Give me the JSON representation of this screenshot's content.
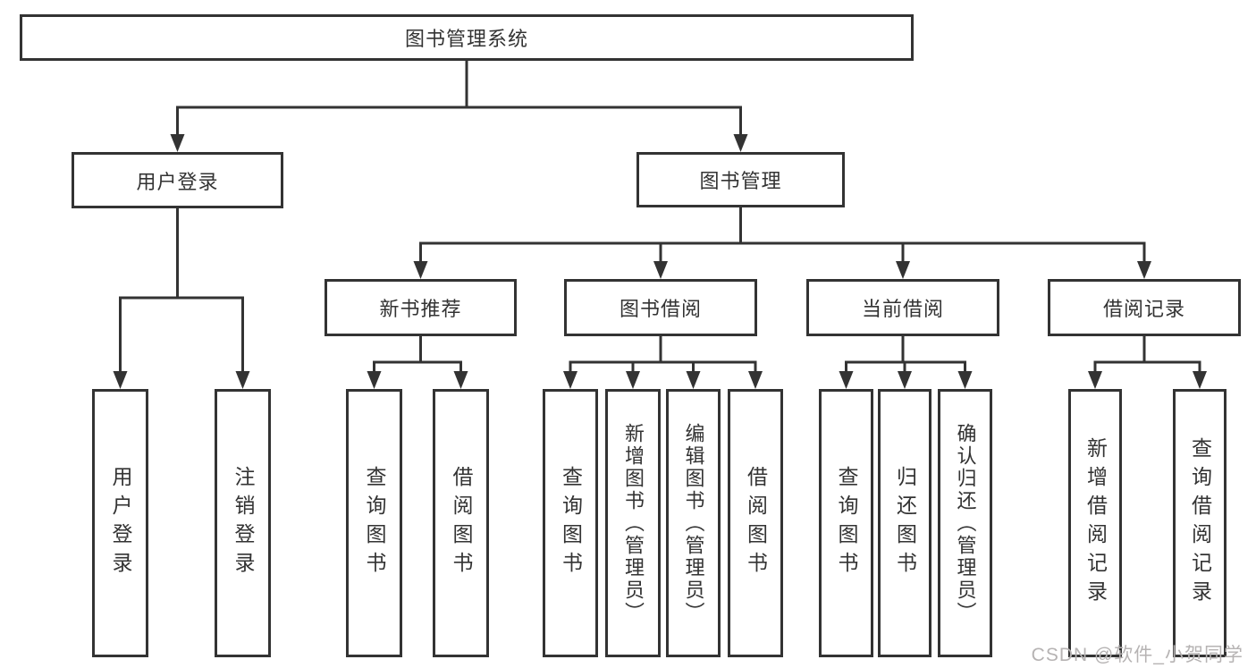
{
  "diagram": {
    "root": {
      "label": "图书管理系统"
    },
    "user_login": {
      "label": "用户登录",
      "children": [
        {
          "label": "用户登录"
        },
        {
          "label": "注销登录"
        }
      ]
    },
    "book_management": {
      "label": "图书管理",
      "children": [
        {
          "label": "新书推荐",
          "children": [
            {
              "label": "查询图书"
            },
            {
              "label": "借阅图书"
            }
          ]
        },
        {
          "label": "图书借阅",
          "children": [
            {
              "label": "查询图书"
            },
            {
              "label": "新增图书（管理员）"
            },
            {
              "label": "编辑图书（管理员）"
            },
            {
              "label": "借阅图书"
            }
          ]
        },
        {
          "label": "当前借阅",
          "children": [
            {
              "label": "查询图书"
            },
            {
              "label": "归还图书"
            },
            {
              "label": "确认归还（管理员）"
            }
          ]
        },
        {
          "label": "借阅记录",
          "children": [
            {
              "label": "新增借阅记录"
            },
            {
              "label": "查询借阅记录"
            }
          ]
        }
      ]
    },
    "watermark": "CSDN @软件_小贺同学",
    "line_color": "#333333"
  }
}
